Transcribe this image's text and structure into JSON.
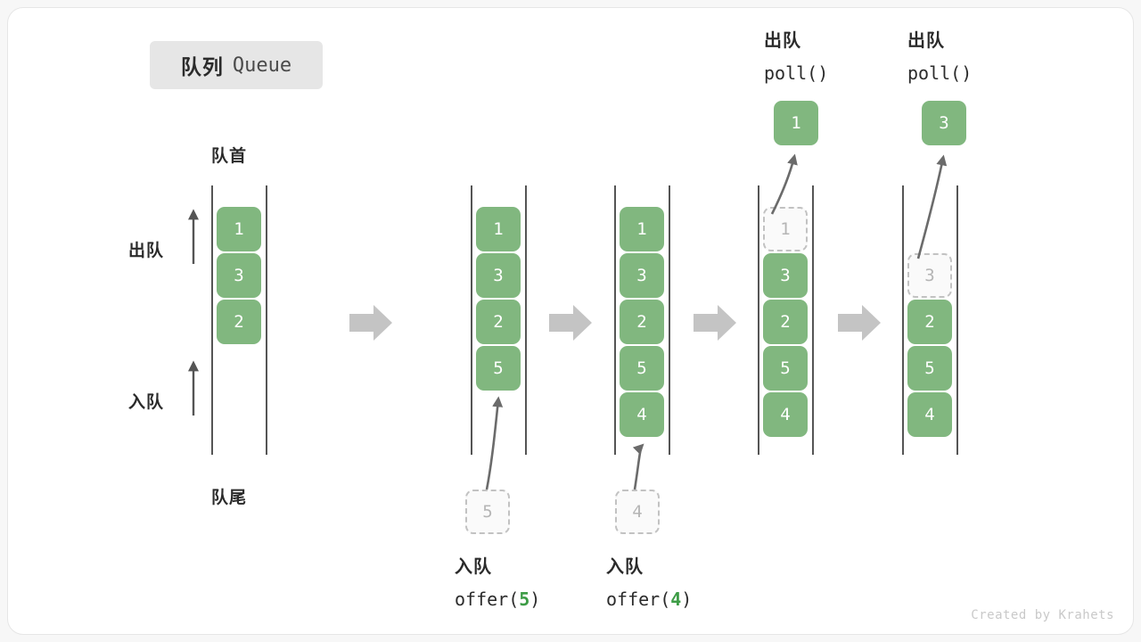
{
  "figure": {
    "title_cn": "队列",
    "title_en": "Queue",
    "credit": "Created by Krahets"
  },
  "labels": {
    "head": "队首",
    "tail": "队尾",
    "dequeue": "出队",
    "enqueue": "入队"
  },
  "colors": {
    "element_fill": "#81b77f",
    "element_text": "#ffffff",
    "ghost_border": "#c2c2c2",
    "ghost_text": "#b5b5b5",
    "rail": "#555555",
    "step_arrow": "#c4c4c4",
    "accent_arg": "#3d9c46",
    "chip_bg": "#e6e6e6",
    "card_bg": "#ffffff",
    "page_bg": "#f7f7f7"
  },
  "columns": [
    {
      "id": "initial",
      "slots": [
        {
          "value": "1",
          "state": "filled"
        },
        {
          "value": "3",
          "state": "filled"
        },
        {
          "value": "2",
          "state": "filled"
        }
      ],
      "caption_cn": "",
      "caption_code_pre": "",
      "caption_code_arg": "",
      "caption_code_post": ""
    },
    {
      "id": "after-offer-5",
      "slots": [
        {
          "value": "1",
          "state": "filled"
        },
        {
          "value": "3",
          "state": "filled"
        },
        {
          "value": "2",
          "state": "filled"
        },
        {
          "value": "5",
          "state": "filled"
        }
      ],
      "incoming": {
        "value": "5",
        "state": "ghost"
      },
      "caption_cn": "入队",
      "caption_code_pre": "offer(",
      "caption_code_arg": "5",
      "caption_code_post": ")"
    },
    {
      "id": "after-offer-4",
      "slots": [
        {
          "value": "1",
          "state": "filled"
        },
        {
          "value": "3",
          "state": "filled"
        },
        {
          "value": "2",
          "state": "filled"
        },
        {
          "value": "5",
          "state": "filled"
        },
        {
          "value": "4",
          "state": "filled"
        }
      ],
      "incoming": {
        "value": "4",
        "state": "ghost"
      },
      "caption_cn": "入队",
      "caption_code_pre": "offer(",
      "caption_code_arg": "4",
      "caption_code_post": ")"
    },
    {
      "id": "after-poll-1",
      "slots": [
        {
          "value": "1",
          "state": "ghost"
        },
        {
          "value": "3",
          "state": "filled"
        },
        {
          "value": "2",
          "state": "filled"
        },
        {
          "value": "5",
          "state": "filled"
        },
        {
          "value": "4",
          "state": "filled"
        }
      ],
      "popped": {
        "value": "1",
        "state": "filled"
      },
      "header_cn": "出队",
      "header_code": "poll()"
    },
    {
      "id": "after-poll-3",
      "slots": [
        {
          "value": "",
          "state": "empty"
        },
        {
          "value": "3",
          "state": "ghost"
        },
        {
          "value": "2",
          "state": "filled"
        },
        {
          "value": "5",
          "state": "filled"
        },
        {
          "value": "4",
          "state": "filled"
        }
      ],
      "popped": {
        "value": "3",
        "state": "filled"
      },
      "header_cn": "出队",
      "header_code": "poll()"
    }
  ],
  "step_arrows": 4
}
